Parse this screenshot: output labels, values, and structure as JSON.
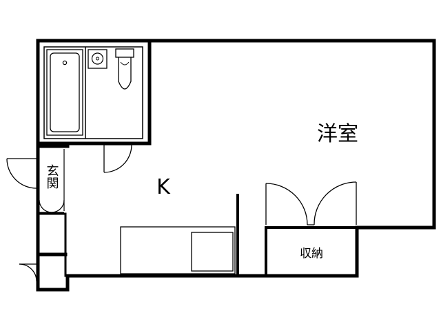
{
  "floorplan": {
    "rooms": {
      "western_room": "洋室",
      "kitchen": "K",
      "entrance": "玄関",
      "storage": "収納"
    },
    "colors": {
      "wall": "#000000",
      "fixture_line": "#000000",
      "background": "#ffffff"
    }
  }
}
